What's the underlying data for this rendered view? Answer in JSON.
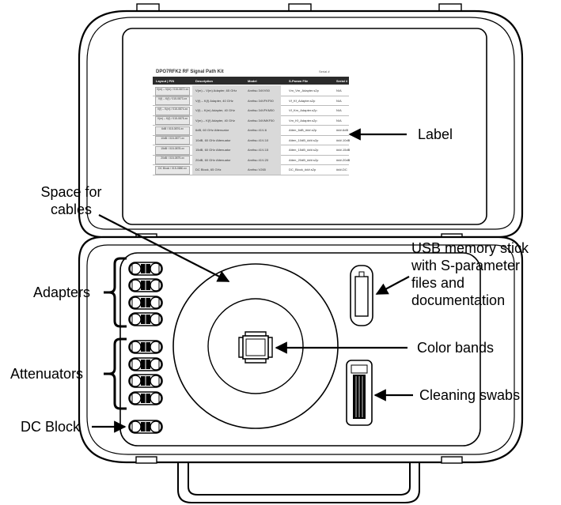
{
  "callouts": {
    "label": "Label",
    "space_for_cables_1": "Space for",
    "space_for_cables_2": "cables",
    "usb_1": "USB memory stick",
    "usb_2": "with S-parameter",
    "usb_3": "files and",
    "usb_4": "documentation",
    "adapters": "Adapters",
    "color_bands": "Color bands",
    "attenuators": "Attenuators",
    "cleaning_swabs": "Cleaning swabs",
    "dc_block": "DC Block"
  },
  "kit_label": {
    "title": "DPO7RFK2 RF Signal Path Kit",
    "serial_heading": "Serial #",
    "headers": [
      "Layout | P/N",
      "Description",
      "Model",
      "S-Param File",
      "Serial #"
    ],
    "rows": [
      [
        "V(m) – V(m) / 015-0872-xx",
        "V(m) – V(m) Adapter, 65 GHz",
        "Anritsu 34VV50",
        "Vm_Vm_Adapter.s2p",
        "N/A"
      ],
      [
        "V(f) – K(f) / 015-0873-xx",
        "V(f) – K(f) Adapter, 40 GHz",
        "Anritsu 34VFKF50",
        "Vf_Kf_Adapter.s2p",
        "N/A"
      ],
      [
        "V(f) – K(m) / 015-0874-xx",
        "V(f) – K(m) Adapter, 40 GHz",
        "Anritsu 34VFKM50",
        "Vf_Km_Adapter.s2p",
        "N/A"
      ],
      [
        "V(m) – K(f) / 015-0875-xx",
        "V(m) – K(f) Adapter, 40 GHz",
        "Anritsu 34VMKF50",
        "Vm_Kf_Adapter.s2p",
        "N/A"
      ],
      [
        "6dB / 015-0876-xx",
        "6dB, 60 GHz Attenuator",
        "Anritsu 41V-6",
        "Atten_6dB_###.s2p",
        "###-6dB"
      ],
      [
        "10dB / 015-0877-xx",
        "10dB, 60 GHz Attenuator",
        "Anritsu 41V-10",
        "Atten_10dB_###.s2p",
        "###-10dB"
      ],
      [
        "15dB / 015-0878-xx",
        "15dB, 60 GHz Attenuator",
        "Anritsu 41V-15",
        "Atten_15dB_###.s2p",
        "###-15dB"
      ],
      [
        "20dB / 015-0879-xx",
        "20dB, 60 GHz Attenuator",
        "Anritsu 41V-20",
        "Atten_20dB_###.s2p",
        "###-20dB"
      ],
      [
        "DC Block / 015-0880-xx",
        "DC Block, 65 GHz",
        "Anritsu V265",
        "DC_Block_###.s2p",
        "###-DC"
      ]
    ]
  }
}
